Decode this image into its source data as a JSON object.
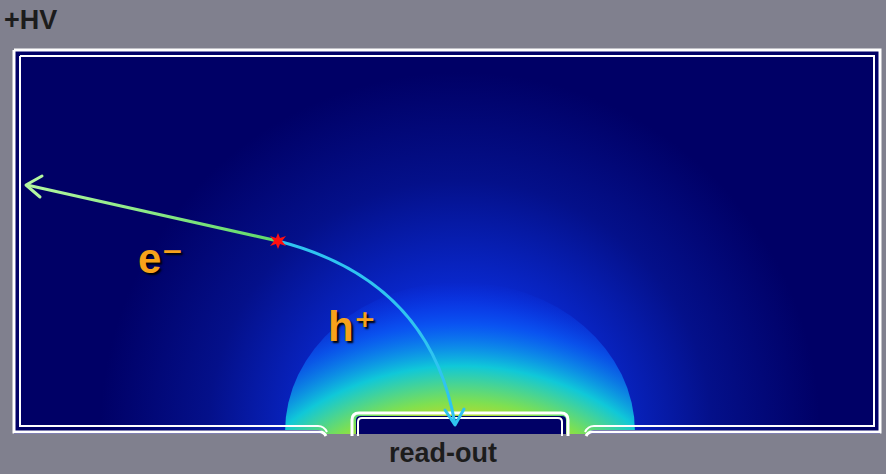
{
  "diagram": {
    "labels": [
      "+HV",
      "read-out",
      "e⁻",
      "h⁺"
    ]
  }
}
